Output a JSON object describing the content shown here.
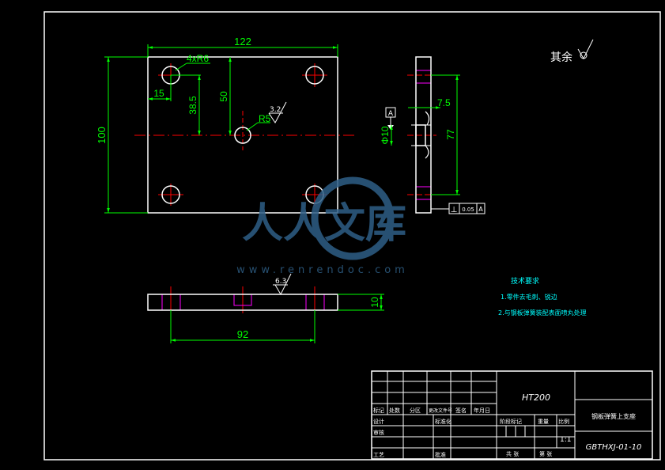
{
  "top_view": {
    "width_dim": "122",
    "height_dim": "100",
    "hole_callout": "4xR6",
    "edge_offset_dim": "15",
    "hole_spacing_v_dim": "38.5",
    "center_height_dim": "50",
    "center_hole_dim": "R5",
    "roughness_value": "3.2"
  },
  "side_view": {
    "datum_letter": "A",
    "diameter_dim": "Φ10",
    "counterbore_dim": "7.5",
    "hole_spacing_dim": "77",
    "tolerance_symbol": "⊥",
    "tolerance_value": "0.05",
    "tolerance_datum": "A"
  },
  "bottom_view": {
    "roughness_value": "6.3",
    "length_dim": "92",
    "thickness_dim": "10"
  },
  "surface_note": "其余",
  "tech_requirements": {
    "title": "技术要求",
    "items": [
      "1.零件去毛刺、锐边",
      "2.与钢板弹簧装配表面喷丸处理"
    ]
  },
  "title_block": {
    "material": "HT200",
    "part_name": "钢板弹簧上支座",
    "drawing_number": "GBTHXJ-01-10",
    "scale": "1:1",
    "header_cells": [
      "标记",
      "处数",
      "分区",
      "更改文件号",
      "签名",
      "年月日"
    ],
    "label_designer": "设计",
    "label_standardize": "标准化",
    "label_checker": "审核",
    "label_process": "工艺",
    "label_approve": "批准",
    "label_stage": "阶段标记",
    "label_weight": "重量",
    "label_scale": "比例",
    "label_sheets": "共 张",
    "label_sheet": "第 张"
  },
  "watermark": {
    "main": "人人文库",
    "sub": "www.renrendoc.com"
  },
  "colors": {
    "background": "#000000",
    "outline": "#ffffff",
    "dimension": "#00ff00",
    "centerline": "#ff0000",
    "hidden": "#ff00ff",
    "note": "#00ffff",
    "watermark": "#2e5f86"
  }
}
